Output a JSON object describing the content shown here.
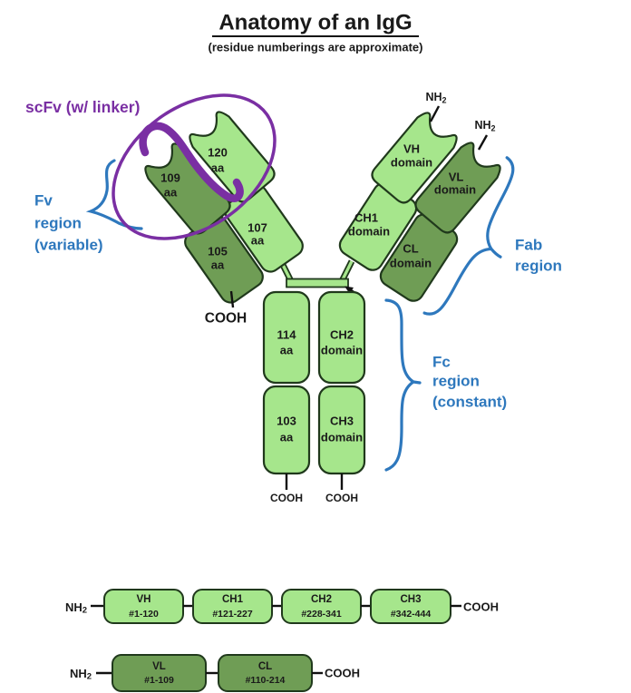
{
  "title": "Anatomy of an IgG",
  "subtitle": "(residue numberings are approximate)",
  "annotations": {
    "scfv": "scFv (w/ linker)",
    "fv_lines": [
      "Fv",
      "region",
      "(variable)"
    ],
    "fab_lines": [
      "Fab",
      "region"
    ],
    "fc_lines": [
      "Fc",
      "region",
      "(constant)"
    ],
    "nh2_main": "NH",
    "nh2_sub": "2",
    "cooh": "COOH"
  },
  "left_arm": {
    "vh": [
      "120",
      "aa"
    ],
    "vl": [
      "109",
      "aa"
    ],
    "ch1": [
      "107",
      "aa"
    ],
    "cl": [
      "105",
      "aa"
    ]
  },
  "right_arm": {
    "vh": [
      "VH",
      "domain"
    ],
    "vl": [
      "VL",
      "domain"
    ],
    "ch1": [
      "CH1",
      "domain"
    ],
    "cl": [
      "CL",
      "domain"
    ]
  },
  "stem": {
    "ch2_aa": [
      "114",
      "aa"
    ],
    "ch2": [
      "CH2",
      "domain"
    ],
    "ch3_aa": [
      "103",
      "aa"
    ],
    "ch3": [
      "CH3",
      "domain"
    ]
  },
  "heavy_chain": {
    "domains": [
      {
        "name": "VH",
        "range": "#1-120"
      },
      {
        "name": "CH1",
        "range": "#121-227"
      },
      {
        "name": "CH2",
        "range": "#228-341"
      },
      {
        "name": "CH3",
        "range": "#342-444"
      }
    ]
  },
  "light_chain": {
    "domains": [
      {
        "name": "VL",
        "range": "#1-109"
      },
      {
        "name": "CL",
        "range": "#110-214"
      }
    ]
  },
  "colors": {
    "light_green": "#a6e68c",
    "dark_green": "#6f9d55",
    "outline": "#20391c",
    "blue": "#2e78bd",
    "purple": "#7a2fa3"
  }
}
